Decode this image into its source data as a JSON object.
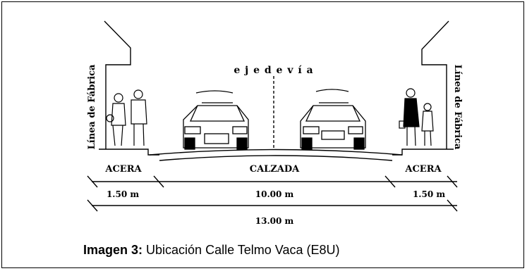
{
  "labels": {
    "axis": "e j e   d e   v í a",
    "left_line": "Línea de Fábrica",
    "right_line": "Línea de Fábrica",
    "sidewalk_left": "ACERA",
    "roadway": "CALZADA",
    "sidewalk_right": "ACERA"
  },
  "dimensions": {
    "left": "1.50 m",
    "center": "10.00 m",
    "right": "1.50 m",
    "total": "13.00 m"
  },
  "caption": {
    "bold": "Imagen 3:",
    "text": " Ubicación Calle Telmo Vaca (E8U)"
  },
  "colors": {
    "ink": "#000000",
    "background": "#ffffff"
  }
}
